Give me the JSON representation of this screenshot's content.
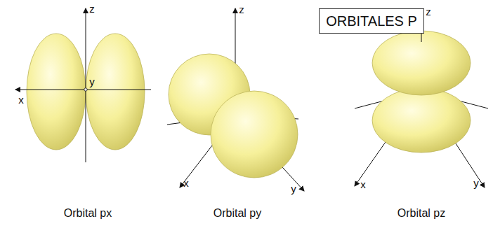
{
  "diagram": {
    "nodes": [
      {
        "text": [
          "ORBITALES P"
        ]
      }
    ],
    "labels": [
      "z",
      "x",
      "y",
      "Orbital px",
      "z",
      "x",
      "y",
      "Orbital py",
      "z",
      "x",
      "y",
      "Orbital pz"
    ]
  }
}
